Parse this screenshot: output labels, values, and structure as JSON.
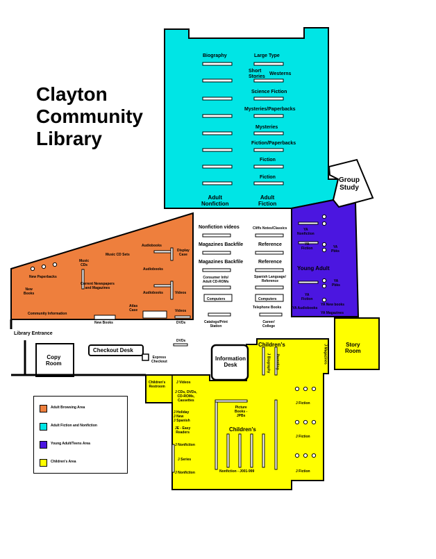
{
  "title_lines": [
    "Clayton",
    "Community",
    "Library"
  ],
  "colors": {
    "adult_browsing": "#ee7f3d",
    "adult_fiction": "#00e5e5",
    "young_adult": "#4b16e0",
    "childrens": "#ffff00",
    "outline": "#000000"
  },
  "labels": {
    "biography": "Biography",
    "large_type": "Large Type",
    "short_stories": "Short\nStories",
    "westerns": "Westerns",
    "science_fiction": "Science Fiction",
    "mysteries_paperbacks": "Mysteries/Paperbacks",
    "mysteries": "Mysteries",
    "fiction_paperbacks": "Fiction/Paperbacks",
    "fiction_1": "Fiction",
    "fiction_2": "Fiction",
    "adult_nonfiction": "Adult\nNonfiction",
    "adult_fiction": "Adult\nFiction",
    "group_study": "Group\nStudy",
    "nonfiction_videos": "Nonfiction videos",
    "cliffs_notes": "Cliffs Notes/Classics",
    "magazines_backfile_1": "Magazines Backfile",
    "reference_1": "Reference",
    "magazines_backfile_2": "Magazines Backfile",
    "reference_2": "Reference",
    "consumer_info": "Consumer Info/\nAdult CD-ROMs",
    "spanish_language": "Spanish Language/\nReference",
    "computers_1": "Computers",
    "computers_2": "Computers",
    "telephone_books": "Telephone Books",
    "catalogs_print": "Catalogs/Print\nStation",
    "career_college": "Career/\nCollege",
    "ya_nonfiction": "YA\nNonfiction",
    "ya_fiction_small": "YA\nFiction",
    "ya_pbks_1": "YA\nPbks",
    "young_adult": "Young Adult",
    "ya_pbks_2": "YA\nPbks",
    "ya_fiction": "YA\nFiction",
    "ya_new_books": "YA New books",
    "ya_audiobooks": "YA Audiobooks",
    "ya_magazines": "YA Magazines",
    "audiobooks_1": "Audiobooks",
    "display_case": "Display\nCase",
    "music_cd_sets": "Music CD Sets",
    "music_cds": "Music\nCDs",
    "audiobooks_2": "Audiobooks",
    "new_paperbacks": "New Paperbacks",
    "current_newspapers": "Current Newspapers\nand Magazines",
    "new_books": "New\nBooks",
    "audiobooks_3": "Audiobooks",
    "videos_1": "Videos",
    "community_information": "Community Information",
    "atlas_case": "Atlas\nCase",
    "videos_2": "Videos",
    "new_books_small": "New Books",
    "dvds_1": "DVDs",
    "library_entrance": "Library Entrance",
    "dvds_2": "DVDs",
    "copy_room": "Copy\nRoom",
    "checkout_desk": "Checkout Desk",
    "express_checkout": "Express\nCheckout",
    "information_desk": "Information\nDesk",
    "childrens_top": "Children's",
    "j_biography": "J Biography",
    "parenting": "Parenting",
    "j_magazines": "J Magazines",
    "story_room": "Story\nRoom",
    "childrens_restroom": "Children's\nRestroom",
    "j_videos": "J Videos",
    "j_cds": "J CDs, DVDs,\nCD-ROMs,\nCassettes",
    "j_holiday": "J Holiday\nJ New\nJ Spanish",
    "je_easy": "JE - Easy\nReaders",
    "j_nonfiction_1": "J Nonfiction",
    "j_series": "J Series",
    "j_nonfiction_2": "J Nonfiction",
    "picture_books": "Picture\nBooks -\nJPBs",
    "childrens_mid": "Children's",
    "nonfiction_j001": "Nonfiction - J001-999",
    "j_fiction_1": "J Fiction",
    "j_fiction_2": "J Fiction",
    "j_fiction_3": "J Fiction"
  },
  "legend": [
    {
      "label": "Adult Browsing Area",
      "color": "#ee7f3d"
    },
    {
      "label": "Adult Fiction and Nonfiction",
      "color": "#00e5e5"
    },
    {
      "label": "Young Adult/Teens Area",
      "color": "#4b16e0"
    },
    {
      "label": "Children's Area",
      "color": "#ffff00"
    }
  ]
}
